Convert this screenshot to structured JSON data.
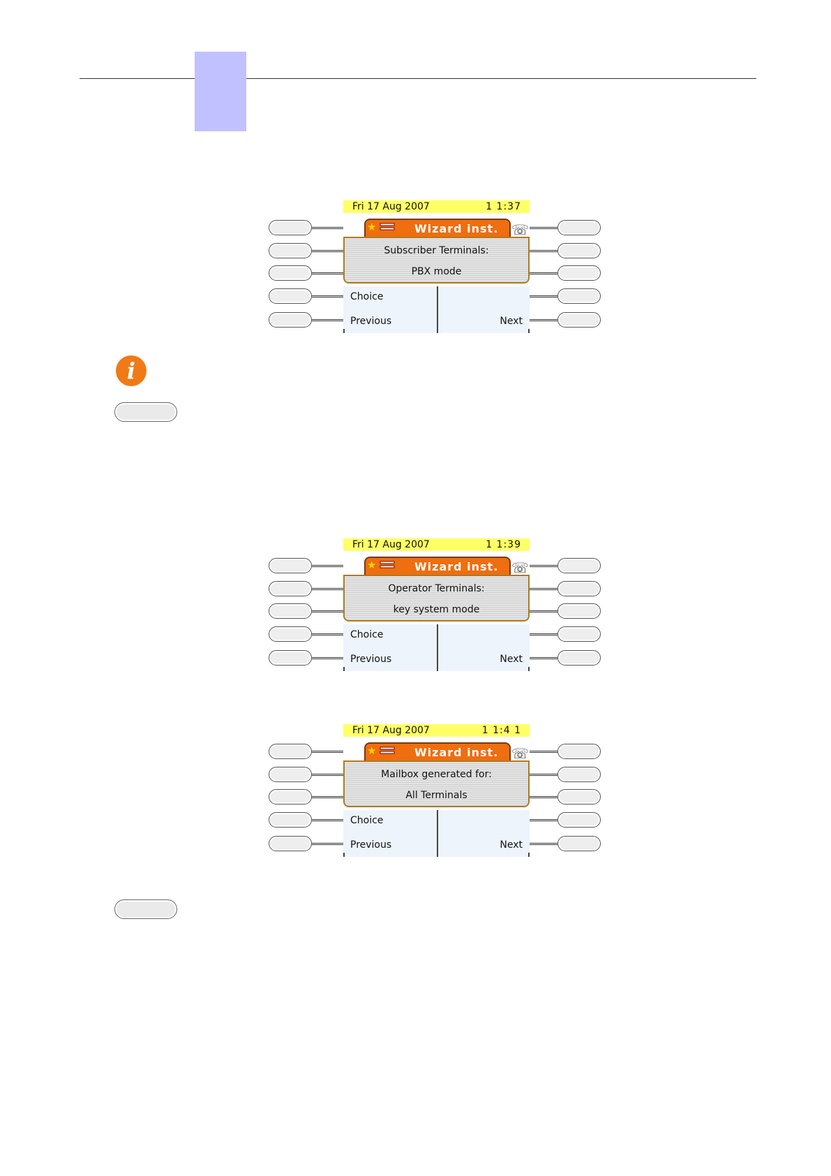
{
  "page": {
    "tab_color": "#c1c1ff"
  },
  "screens": [
    {
      "date": "Fri 17 Aug 2007",
      "time": "1 1:37",
      "title": "Wizard inst.",
      "line1": "Subscriber Terminals:",
      "line2": "PBX mode",
      "choice": "Choice",
      "previous": "Previous",
      "next": "Next"
    },
    {
      "date": "Fri 17 Aug 2007",
      "time": "1 1:39",
      "title": "Wizard inst.",
      "line1": "Operator Terminals:",
      "line2": "key system mode",
      "choice": "Choice",
      "previous": "Previous",
      "next": "Next"
    },
    {
      "date": "Fri 17 Aug 2007",
      "time": "1 1:4 1",
      "title": "Wizard inst.",
      "line1": "Mailbox generated for:",
      "line2": "All Terminals",
      "choice": "Choice",
      "previous": "Previous",
      "next": "Next"
    }
  ],
  "icons": {
    "info": "info-icon",
    "handset": "handset-icon",
    "tools": "tools-icon"
  },
  "colors": {
    "title_bar": "#ee6e10",
    "date_bar": "#ffff66",
    "info_icon": "#f07a16"
  }
}
